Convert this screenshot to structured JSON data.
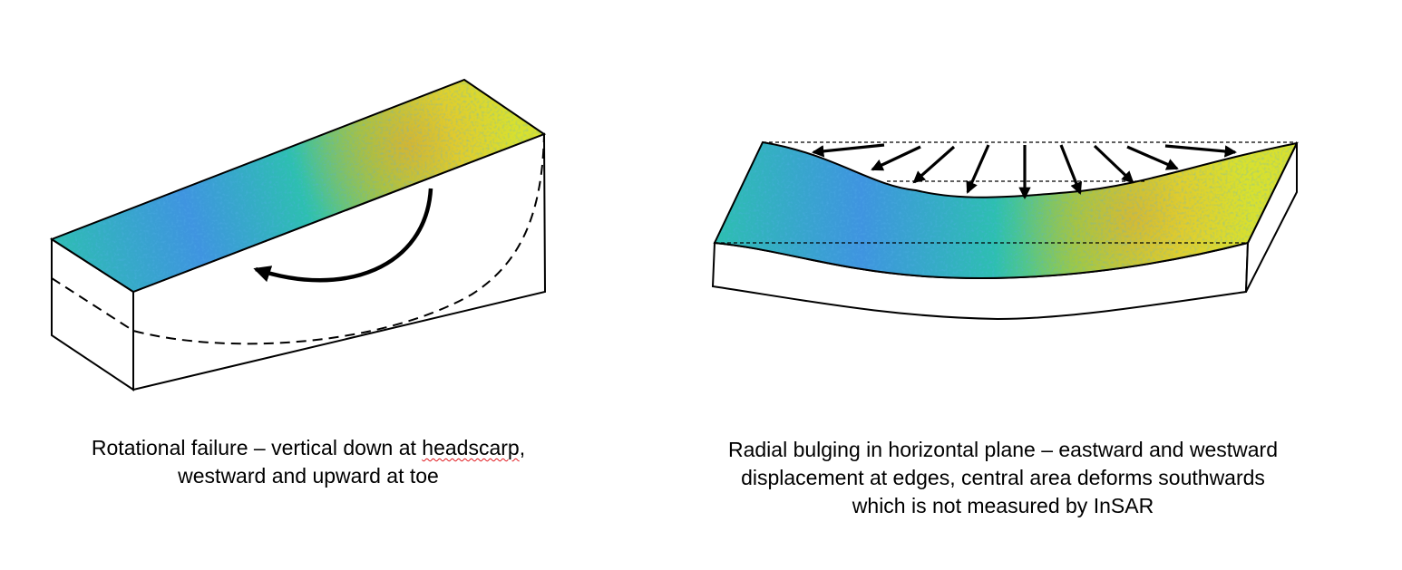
{
  "colors": {
    "outline": "#000000",
    "surface_blue": "#3f94e0",
    "surface_cyan": "#2dbfb0",
    "surface_green": "#8cd24c",
    "surface_yellow": "#d8e02e",
    "surface_orange": "#f19a2b",
    "spellcheck_underline": "#e0191f"
  },
  "icons": {
    "rotation_arrow": "curved-arrow-icon",
    "displacement_arrows": "straight-arrow-icon"
  },
  "left_caption": {
    "line1_before": "Rotational failure – vertical down at ",
    "line1_word": "headscarp",
    "line1_after": ",",
    "line2": "westward and upward at toe"
  },
  "right_caption": {
    "line1": "Radial bulging in horizontal plane – eastward and westward",
    "line2": "displacement at edges, central area deforms southwards",
    "line3": "which is not measured by InSAR"
  }
}
